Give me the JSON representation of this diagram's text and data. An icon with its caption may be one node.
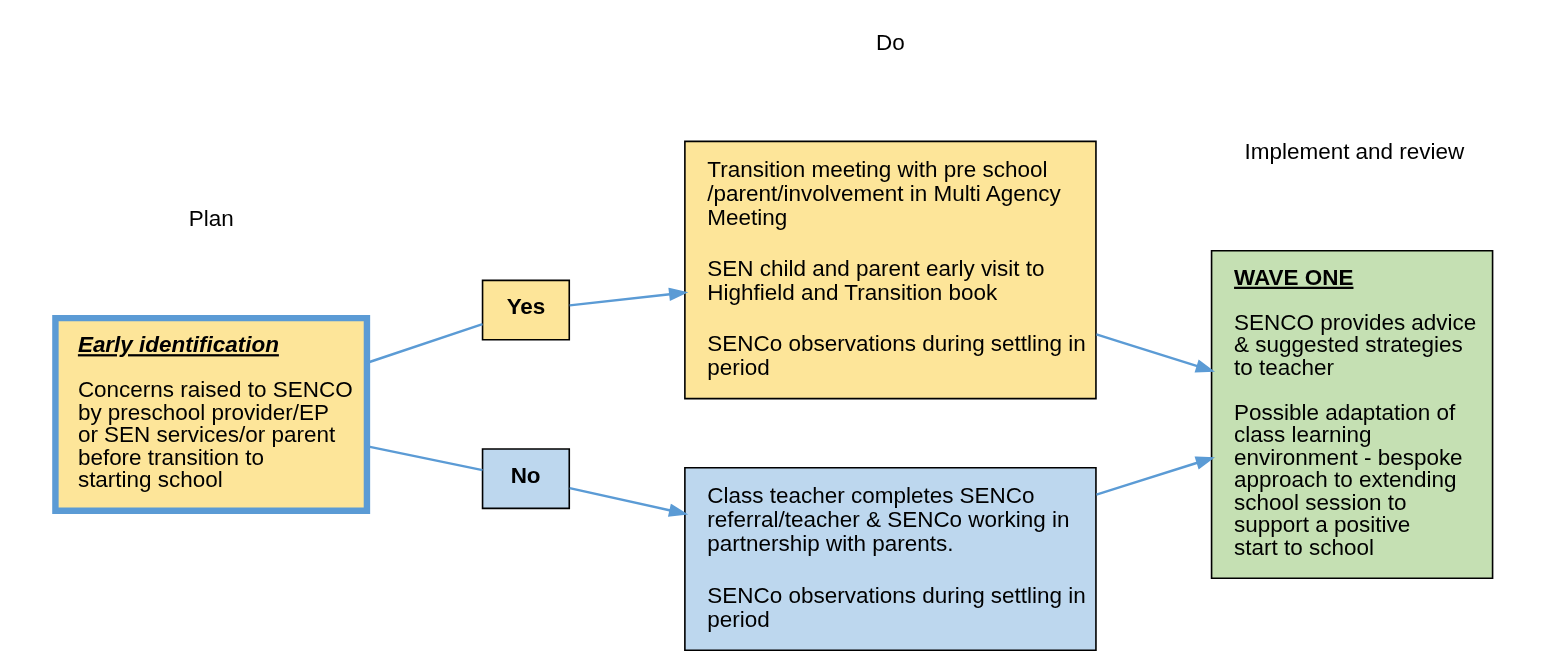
{
  "diagram": {
    "nodes": [
      {
        "text": [
          "Early identification",
          "Concerns raised to SENCO by preschool provider/EP or SEN services/or parent before transition to starting school"
        ]
      },
      {
        "text": [
          "Yes"
        ]
      },
      {
        "text": [
          "No"
        ]
      },
      {
        "text": [
          "Transition meeting with pre school /parent/involvement in Multi Agency Meeting",
          "SEN child and parent early visit to Highfield and Transition book",
          "SENCo observations during settling in period"
        ]
      },
      {
        "text": [
          "Class teacher completes SENCo referral/teacher & SENCo working in partnership with parents.",
          "SENCo observations during settling in period"
        ]
      },
      {
        "text": [
          "WAVE ONE",
          "SENCO provides advice & suggested strategies to teacher",
          "Possible adaptation of class learning environment - bespoke approach to extending school session to support a positive start to school"
        ]
      }
    ],
    "edges": [
      {
        "from": 0,
        "to": 1,
        "arrow": "none"
      },
      {
        "from": 1,
        "to": 3,
        "arrow": "to"
      },
      {
        "from": 0,
        "to": 2,
        "arrow": "none"
      },
      {
        "from": 2,
        "to": 4,
        "arrow": "to"
      },
      {
        "from": 3,
        "to": 5,
        "arrow": "to"
      },
      {
        "from": 4,
        "to": 5,
        "arrow": "to"
      }
    ],
    "labels": [
      "Plan",
      "Do",
      "Implement and review"
    ]
  }
}
